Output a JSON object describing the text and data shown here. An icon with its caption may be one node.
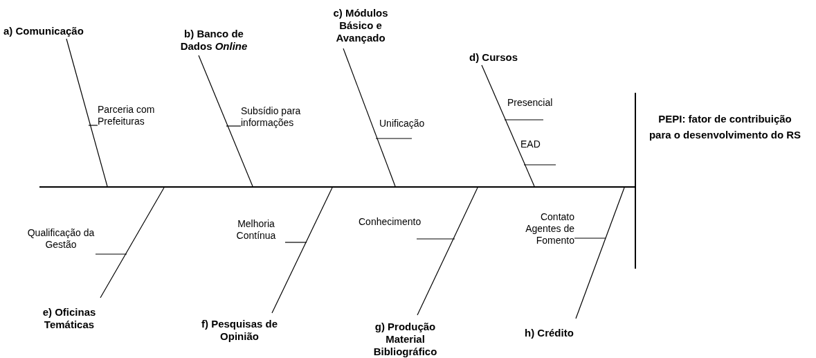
{
  "diagram": {
    "nodes": [
      {
        "text": [
          "a) Comunicação"
        ]
      },
      {
        "text": [
          "b) Banco de Dados *Online*"
        ]
      },
      {
        "text": [
          "c) Módulos Básico e Avançado"
        ]
      },
      {
        "text": [
          "d) Cursos"
        ]
      },
      {
        "text": [
          "PEPI: fator de contribuição para o desenvolvimento do RS"
        ]
      },
      {
        "text": [
          "Parceria com Prefeituras"
        ]
      },
      {
        "text": [
          "Subsídio para informações"
        ]
      },
      {
        "text": [
          "Unificação"
        ]
      },
      {
        "text": [
          "Presencial"
        ]
      },
      {
        "text": [
          "EAD"
        ]
      },
      {
        "text": [
          "Qualificação da Gestão"
        ]
      },
      {
        "text": [
          "Melhoria Contínua"
        ]
      },
      {
        "text": [
          "Conhecimento"
        ]
      },
      {
        "text": [
          "Contato Agentes de Fomento"
        ]
      },
      {
        "text": [
          "e) Oficinas Temáticas"
        ]
      },
      {
        "text": [
          "f) Pesquisas de Opinião"
        ]
      },
      {
        "text": [
          "g) Produção Material Bibliográfico"
        ]
      },
      {
        "text": [
          "h) Crédito"
        ]
      },
      {
        "text": [],
        "shape": "bar"
      },
      {
        "text": [],
        "shape": "bar"
      }
    ],
    "edges": [
      {
        "from": 0,
        "to": 18,
        "arrow": "none"
      },
      {
        "from": 1,
        "to": 18,
        "arrow": "none"
      },
      {
        "from": 2,
        "to": 18,
        "arrow": "none"
      },
      {
        "from": 3,
        "to": 18,
        "arrow": "none"
      },
      {
        "from": 14,
        "to": 18,
        "arrow": "none"
      },
      {
        "from": 15,
        "to": 18,
        "arrow": "none"
      },
      {
        "from": 16,
        "to": 18,
        "arrow": "none"
      },
      {
        "from": 17,
        "to": 18,
        "arrow": "none"
      },
      {
        "from": 5,
        "to": null,
        "arrow": "none"
      },
      {
        "from": 6,
        "to": null,
        "arrow": "none"
      },
      {
        "from": 7,
        "to": null,
        "arrow": "none"
      },
      {
        "from": 8,
        "to": null,
        "arrow": "none"
      },
      {
        "from": 9,
        "to": null,
        "arrow": "none"
      },
      {
        "from": 10,
        "to": null,
        "arrow": "none"
      },
      {
        "from": 11,
        "to": null,
        "arrow": "none"
      },
      {
        "from": 12,
        "to": null,
        "arrow": "none"
      },
      {
        "from": 13,
        "to": null,
        "arrow": "none"
      }
    ]
  }
}
